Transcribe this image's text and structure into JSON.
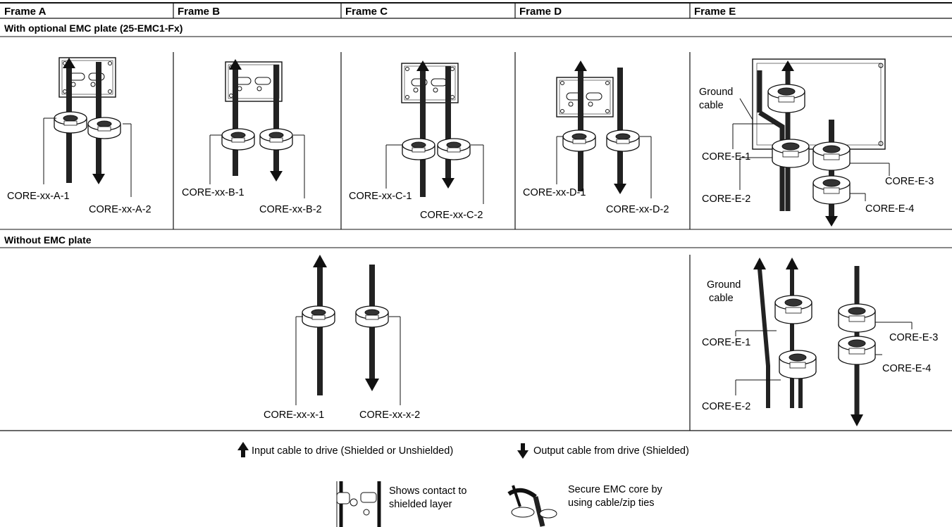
{
  "header": {
    "frames": [
      "Frame A",
      "Frame B",
      "Frame C",
      "Frame D",
      "Frame E"
    ]
  },
  "sections": {
    "with_plate": "With optional EMC plate (25-EMC1-Fx)",
    "without_plate": "Without EMC plate"
  },
  "with_plate": {
    "frame_a": {
      "label1": "CORE-xx-A-1",
      "label2": "CORE-xx-A-2"
    },
    "frame_b": {
      "label1": "CORE-xx-B-1",
      "label2": "CORE-xx-B-2"
    },
    "frame_c": {
      "label1": "CORE-xx-C-1",
      "label2": "CORE-xx-C-2"
    },
    "frame_d": {
      "label1": "CORE-xx-D-1",
      "label2": "CORE-xx-D-2"
    },
    "frame_e": {
      "ground_line1": "Ground",
      "ground_line2": "cable",
      "core1": "CORE-E-1",
      "core2": "CORE-E-2",
      "core3": "CORE-E-3",
      "core4": "CORE-E-4"
    }
  },
  "without_plate": {
    "label1": "CORE-xx-x-1",
    "label2": "CORE-xx-x-2",
    "frame_e": {
      "ground_line1": "Ground",
      "ground_line2": "cable",
      "core1": "CORE-E-1",
      "core2": "CORE-E-2",
      "core3": "CORE-E-3",
      "core4": "CORE-E-4"
    }
  },
  "legend": {
    "input": "Input cable to drive (Shielded or Unshielded)",
    "output": "Output cable from drive (Shielded)",
    "contact_line1": "Shows contact to",
    "contact_line2": "shielded layer",
    "secure_line1": "Secure EMC core by",
    "secure_line2": "using cable/zip ties"
  }
}
